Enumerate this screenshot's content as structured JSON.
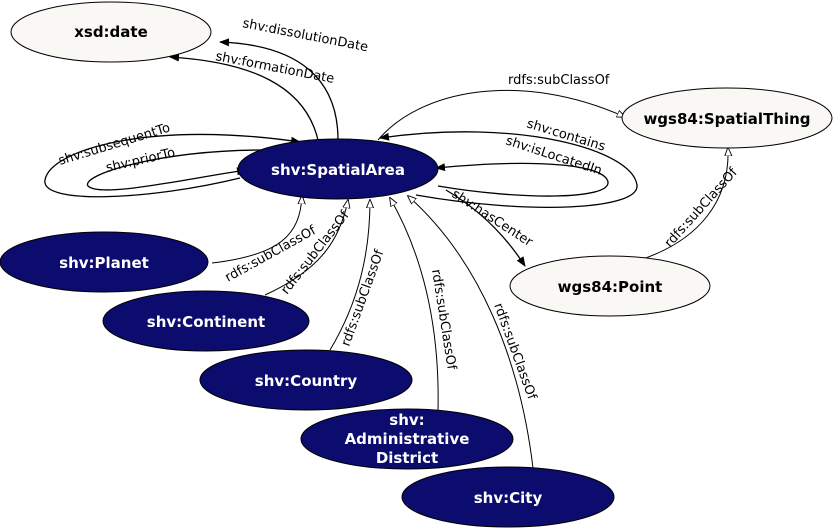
{
  "nodes": {
    "xsd_date": "xsd:date",
    "spatial_area": "shv:SpatialArea",
    "spatial_thing": "wgs84:SpatialThing",
    "point": "wgs84:Point",
    "planet": "shv:Planet",
    "continent": "shv:Continent",
    "country": "shv:Country",
    "admin_district": [
      "shv:",
      "Administrative",
      "District"
    ],
    "city": "shv:City"
  },
  "edges": {
    "dissolution_date": "shv:dissolutionDate",
    "formation_date": "shv:formationDate",
    "subsequent_to": "shv:subsequentTo",
    "prior_to": "shv:priorTo",
    "contains": "shv:contains",
    "is_located_in": "shv:isLocatedIn",
    "has_center": "shv:hasCenter",
    "sub_class_of": "rdfs:subClassOf"
  },
  "colors": {
    "class_fill": "#0c0c6e",
    "class_stroke": "#000000",
    "external_fill": "#f9f8f4",
    "class_text": "#ffffff",
    "external_text": "#000000"
  }
}
